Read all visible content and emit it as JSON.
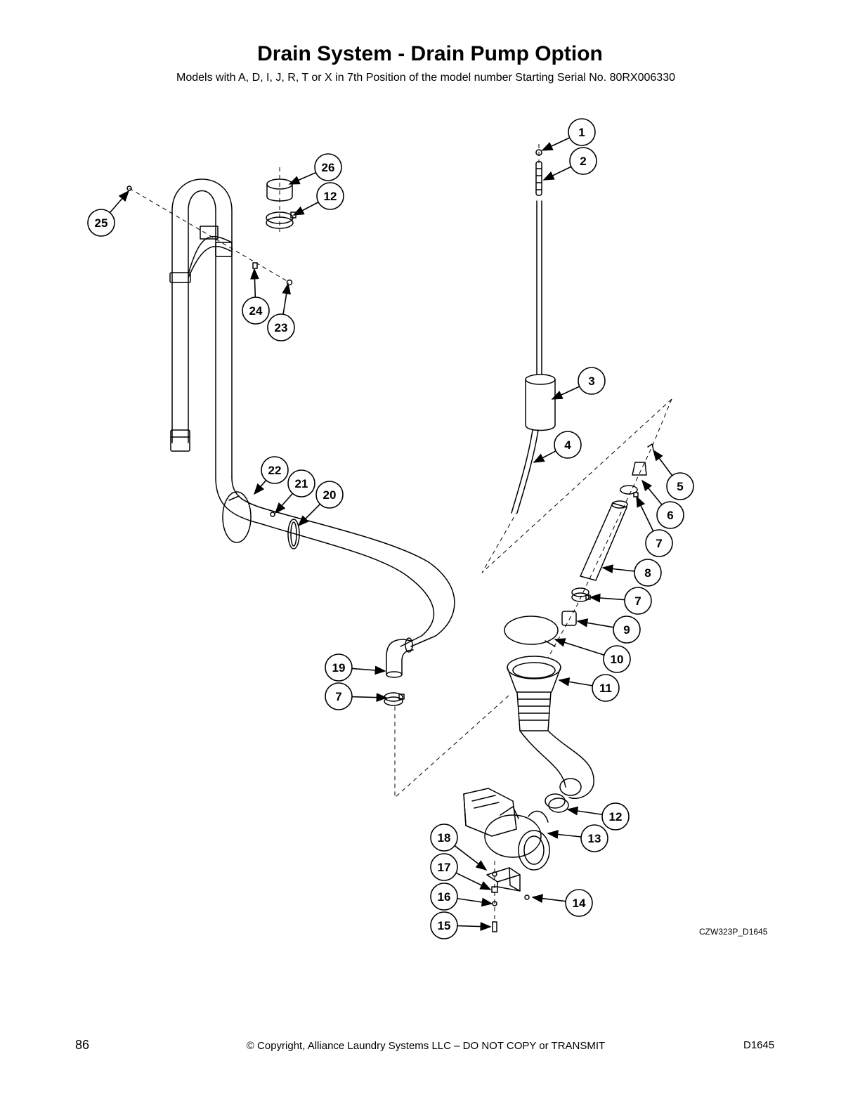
{
  "header": {
    "title": "Drain System - Drain Pump Option",
    "subtitle": "Models with A, D, I, J, R, T or X in 7th Position of the model number Starting Serial No. 80RX006330"
  },
  "diagram": {
    "drawing_code": "CZW323P_D1645",
    "callouts": [
      "1",
      "2",
      "3",
      "4",
      "5",
      "6",
      "7",
      "8",
      "7",
      "9",
      "10",
      "11",
      "12",
      "13",
      "14",
      "15",
      "16",
      "17",
      "18",
      "7",
      "19",
      "20",
      "21",
      "22",
      "23",
      "24",
      "25",
      "26",
      "12"
    ]
  },
  "footer": {
    "page_number": "86",
    "copyright": "© Copyright, Alliance Laundry Systems LLC – DO NOT COPY or TRANSMIT",
    "doc_id": "D1645"
  }
}
